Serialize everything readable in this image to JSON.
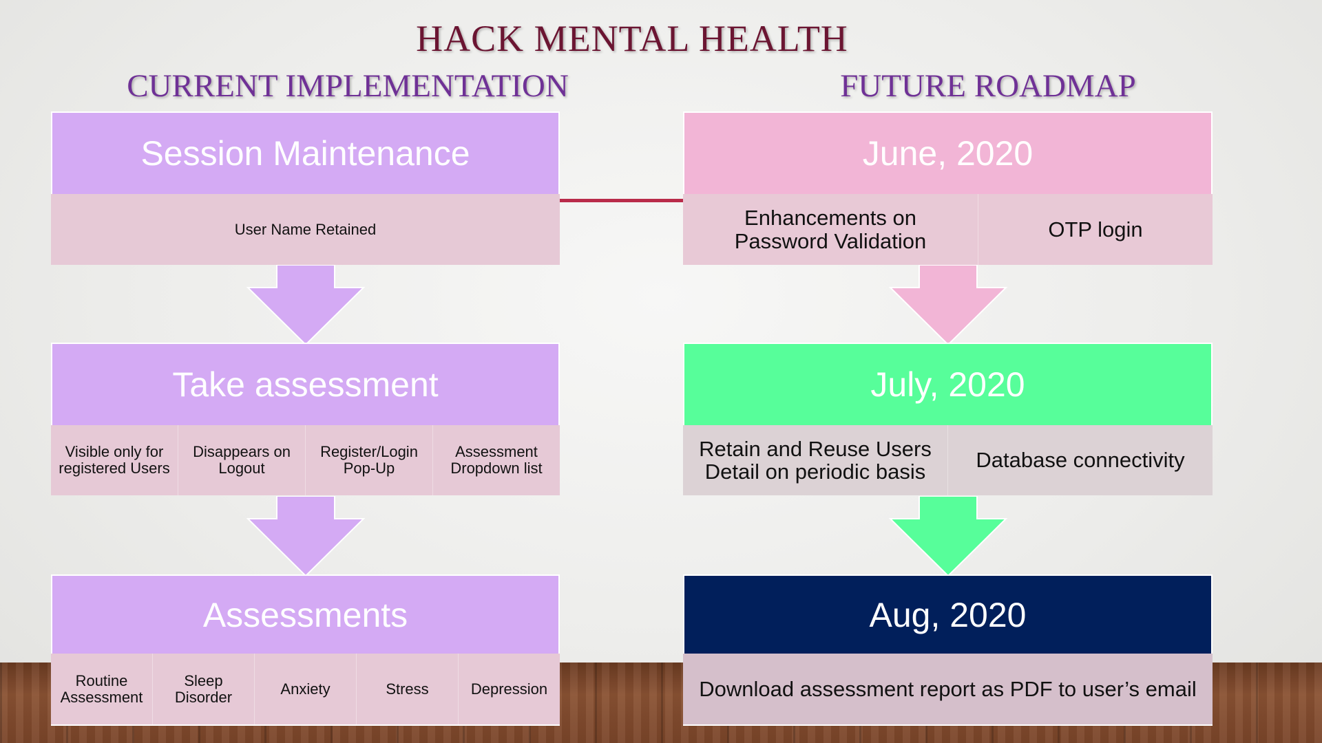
{
  "title": "HACK MENTAL HEALTH",
  "columns": {
    "current": {
      "heading": "CURRENT IMPLEMENTATION",
      "steps": [
        {
          "title": "Session Maintenance",
          "items": [
            "User Name Retained"
          ]
        },
        {
          "title": "Take assessment",
          "items": [
            "Visible only for registered Users",
            "Disappears on Logout",
            "Register/Login Pop-Up",
            "Assessment Dropdown list"
          ]
        },
        {
          "title": "Assessments",
          "items": [
            "Routine Assessment",
            "Sleep Disorder",
            "Anxiety",
            "Stress",
            "Depression"
          ]
        }
      ]
    },
    "future": {
      "heading": "FUTURE ROADMAP",
      "steps": [
        {
          "title": "June, 2020",
          "items": [
            "Enhancements on Password Validation",
            "OTP login"
          ]
        },
        {
          "title": "July, 2020",
          "items": [
            "Retain and Reuse Users Detail on periodic basis",
            "Database connectivity"
          ]
        },
        {
          "title": "Aug, 2020",
          "items": [
            "Download assessment report as PDF to user’s email"
          ]
        }
      ]
    }
  },
  "colors": {
    "title": "#6b1532",
    "heading": "#6f3196",
    "current_head": "#d4aaf4",
    "current_row": "#e6c9d6",
    "june_head": "#f2b5d6",
    "june_row": "#e8c9d6",
    "july_head": "#57fe9a",
    "july_row": "#dcd2d5",
    "aug_head": "#011f5b",
    "aug_row": "#d5bfcb",
    "connector": "#b92b4a"
  }
}
